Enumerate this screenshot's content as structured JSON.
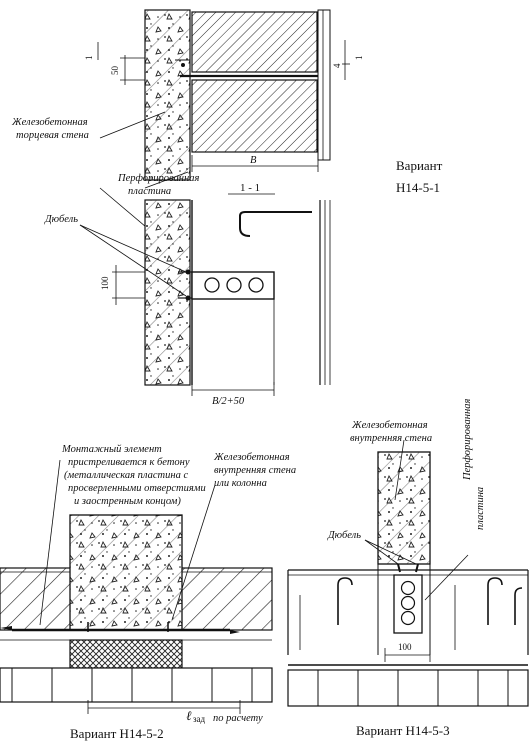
{
  "top": {
    "dim_1_left": "1",
    "dim_50": "50",
    "dim_1_right": "1",
    "dim_4": "4",
    "dim_B": "B",
    "label_wall": [
      "Железобетонная",
      "торцевая стена"
    ],
    "label_perforated": [
      "Перфорированная",
      "пластина"
    ],
    "section_title": "1 - 1",
    "label_dowel": "Дюбель",
    "dim_100": "100",
    "dim_B2": "B/2+50",
    "variant": [
      "Вариант",
      "H14-5-1"
    ]
  },
  "bottom_left": {
    "label_mount": [
      "Монтажный элемент",
      "пристреливается к бетону",
      "(металлическая пластина с",
      "просверленными отверстиями",
      "и заостренным концом)"
    ],
    "label_inner_wall": [
      "Железобетонная",
      "внутренняя стена",
      "или колонна"
    ],
    "dim_l": "ℓ",
    "dim_l_sub": "зад",
    "dim_l_note": "по расчету",
    "variant": "Вариант H14-5-2"
  },
  "bottom_right": {
    "label_inner_wall": [
      "Железобетонная",
      "внутренняя стена"
    ],
    "label_perforated": [
      "Перфорированная",
      "пластина"
    ],
    "label_dowel": "Дюбель",
    "dim_100": "100",
    "variant": "Вариант H14-5-3"
  }
}
